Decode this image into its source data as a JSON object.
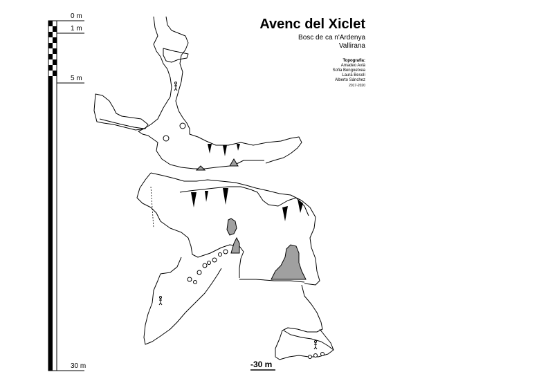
{
  "header": {
    "title": "Avenc del Xiclet",
    "location": "Bosc de ca n'Ardenya",
    "municipality": "Vallirana",
    "topography_label": "Topografia:",
    "surveyors": [
      "Amadeo Avià",
      "Sofia Bengoetxea",
      "Laura Besolí",
      "Alberto Sánchez"
    ],
    "years": "2017-2020"
  },
  "scale": {
    "labels": [
      "0 m",
      "1 m",
      "5 m",
      "30 m"
    ]
  },
  "depth_marker": "-30 m",
  "colors": {
    "ink": "#000000",
    "fill_grey": "#a0a0a0",
    "background": "#ffffff"
  }
}
